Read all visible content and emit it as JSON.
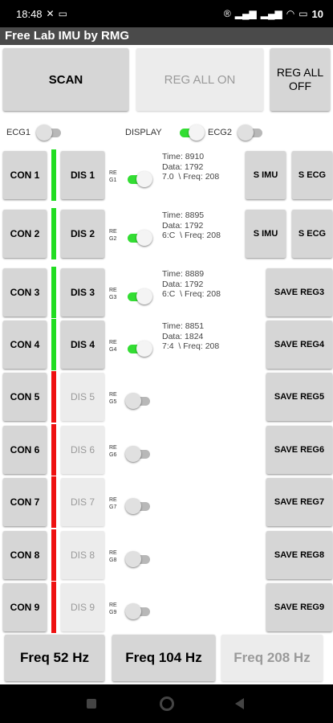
{
  "status": {
    "time": "18:48",
    "battery": "10"
  },
  "app": {
    "title": "Free Lab IMU by RMG"
  },
  "top_buttons": {
    "scan": "SCAN",
    "reg_all_on": "REG ALL ON",
    "reg_all_off": "REG ALL\nOFF"
  },
  "switches": {
    "ecg1": "ECG1",
    "display": "DISPLAY",
    "ecg2": "ECG2",
    "ecg1_on": false,
    "display_on": true,
    "ecg2_on": false
  },
  "colors": {
    "connected": "#22dd22",
    "disconnected": "#ee1111"
  },
  "rows": [
    {
      "con": "CON 1",
      "dis": "DIS 1",
      "reg": "RE\nG1",
      "time": "Time: 8910",
      "data": "Data: 1792",
      "freq": "7.0  \\ Freq: 208",
      "s_imu": "S IMU",
      "s_ecg": "S ECG",
      "connected": true,
      "reg_on": true
    },
    {
      "con": "CON 2",
      "dis": "DIS 2",
      "reg": "RE\nG2",
      "time": "Time: 8895",
      "data": "Data: 1792",
      "freq": "6:C  \\ Freq: 208",
      "s_imu": "S IMU",
      "s_ecg": "S ECG",
      "connected": true,
      "reg_on": true
    },
    {
      "con": "CON 3",
      "dis": "DIS 3",
      "reg": "RE\nG3",
      "time": "Time: 8889",
      "data": "Data: 1792",
      "freq": "6:C  \\ Freq: 208",
      "save": "SAVE REG3",
      "connected": true,
      "reg_on": true
    },
    {
      "con": "CON 4",
      "dis": "DIS 4",
      "reg": "RE\nG4",
      "time": "Time: 8851",
      "data": "Data: 1824",
      "freq": "7:4  \\ Freq: 208",
      "save": "SAVE REG4",
      "connected": true,
      "reg_on": true
    },
    {
      "con": "CON 5",
      "dis": "DIS 5",
      "reg": "RE\nG5",
      "save": "SAVE REG5",
      "connected": false,
      "reg_on": false
    },
    {
      "con": "CON 6",
      "dis": "DIS 6",
      "reg": "RE\nG6",
      "save": "SAVE REG6",
      "connected": false,
      "reg_on": false
    },
    {
      "con": "CON 7",
      "dis": "DIS 7",
      "reg": "RE\nG7",
      "save": "SAVE REG7",
      "connected": false,
      "reg_on": false
    },
    {
      "con": "CON 8",
      "dis": "DIS 8",
      "reg": "RE\nG8",
      "save": "SAVE REG8",
      "connected": false,
      "reg_on": false
    },
    {
      "con": "CON 9",
      "dis": "DIS 9",
      "reg": "RE\nG9",
      "save": "SAVE REG9",
      "connected": false,
      "reg_on": false
    }
  ],
  "freq_buttons": {
    "f52": "Freq 52 Hz",
    "f104": "Freq 104 Hz",
    "f208": "Freq 208 Hz"
  }
}
